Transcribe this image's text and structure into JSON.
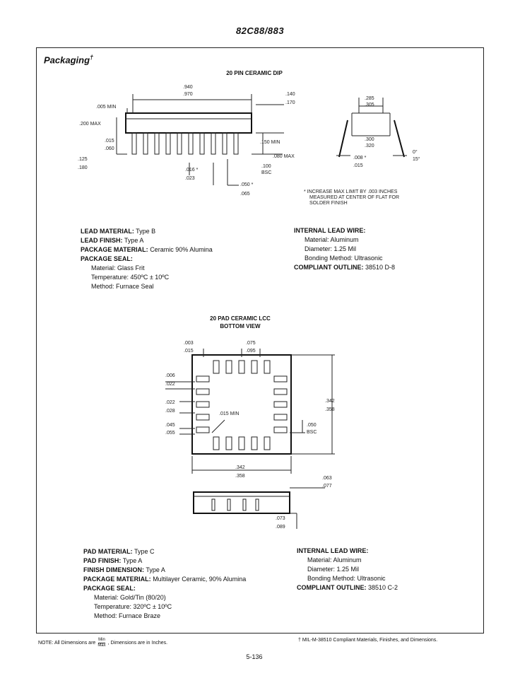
{
  "header": {
    "title": "82C88/883"
  },
  "section": {
    "title": "Packaging",
    "dagger": "†"
  },
  "dip": {
    "heading": "20 PIN CERAMIC DIP",
    "dims": {
      "d1a": ".940",
      "d1b": ".970",
      "d2": ".005 MIN",
      "d3a": ".140",
      "d3b": ".170",
      "d4": ".200 MAX",
      "d5a": ".015",
      "d5b": ".060",
      "d6a": ".125",
      "d6b": ".180",
      "d7": ".150 MIN",
      "d8": ".080 MAX",
      "d9a": ".016 *",
      "d9b": ".023",
      "d10a": ".100",
      "d10b": "BSC",
      "d11a": ".050 *",
      "d11b": ".065",
      "e1a": ".285",
      "e1b": ".305",
      "e2a": ".300",
      "e2b": ".320",
      "e3a": ".008 *",
      "e3b": ".015",
      "e4a": "0°",
      "e4b": "15°"
    },
    "note": [
      "* INCREASE MAX LIMIT BY .003 INCHES",
      "MEASURED AT CENTER OF FLAT FOR",
      "SOLDER FINISH"
    ],
    "spec_left": [
      {
        "label": "LEAD MATERIAL:",
        "value": "Type B"
      },
      {
        "label": "LEAD FINISH:",
        "value": "Type A"
      },
      {
        "label": "PACKAGE MATERIAL:",
        "value": "Ceramic 90% Alumina"
      },
      {
        "label": "PACKAGE SEAL:",
        "value": ""
      }
    ],
    "seal_items": [
      "Material: Glass Frit",
      "Temperature: 450ºC ± 10ºC",
      "Method: Furnace Seal"
    ],
    "spec_right_title": "INTERNAL LEAD WIRE:",
    "wire_items": [
      "Material: Aluminum",
      "Diameter: 1.25 Mil",
      "Bonding Method: Ultrasonic"
    ],
    "outline_label": "COMPLIANT OUTLINE:",
    "outline_value": "38510 D-8"
  },
  "lcc": {
    "heading1": "20 PAD CERAMIC LCC",
    "heading2": "BOTTOM VIEW",
    "dims": {
      "a1": ".003",
      "a2": ".015",
      "b1": ".075",
      "b2": ".095",
      "c1": ".006",
      "c2": ".022",
      "d1": ".022",
      "d2": ".028",
      "e1": ".045",
      "e2": ".055",
      "f": ".015 MIN",
      "g1": ".342",
      "g2": ".358",
      "h1": ".050",
      "h2": "BSC",
      "i1": ".342",
      "i2": ".358",
      "j1": ".063",
      "j2": ".077",
      "k1": ".073",
      "k2": ".089"
    },
    "spec_left": [
      {
        "label": "PAD MATERIAL:",
        "value": "Type C"
      },
      {
        "label": "PAD FINISH:",
        "value": "Type A"
      },
      {
        "label": "FINISH DIMENSION:",
        "value": "Type A"
      },
      {
        "label": "PACKAGE MATERIAL:",
        "value": "Multilayer Ceramic, 90% Alumina"
      },
      {
        "label": "PACKAGE SEAL:",
        "value": ""
      }
    ],
    "seal_items": [
      "Material: Gold/Tin (80/20)",
      "Temperature: 320ºC ± 10ºC",
      "Method: Furnace Braze"
    ],
    "spec_right_title": "INTERNAL LEAD WIRE:",
    "wire_items": [
      "Material: Aluminum",
      "Diameter: 1.25 Mil",
      "Bonding Method: Ultrasonic"
    ],
    "outline_label": "COMPLIANT OUTLINE:",
    "outline_value": "38510 C-2"
  },
  "footer": {
    "note_prefix": "NOTE: All Dimensions are",
    "frac_num": "Min",
    "frac_den": "Max",
    "note_suffix": ", Dimensions are in Inches.",
    "right": "† MIL-M-38510 Compliant Materials, Finishes, and Dimensions.",
    "page": "5-136"
  }
}
